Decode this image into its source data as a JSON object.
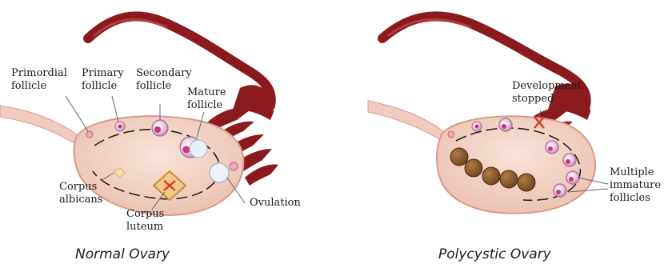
{
  "normal": {
    "caption": "Normal Ovary",
    "labels": {
      "primordial": [
        "Primordial",
        "follicle"
      ],
      "primary": [
        "Primary",
        "follicle"
      ],
      "secondary": [
        "Secondary",
        "follicle"
      ],
      "mature": [
        "Mature",
        "follicle"
      ],
      "ovulation": [
        "Ovulation"
      ],
      "albicans": [
        "Corpus",
        "albicans"
      ],
      "luteum": [
        "Corpus",
        "luteum"
      ]
    }
  },
  "polycystic": {
    "caption": "Polycystic Ovary",
    "labels": {
      "stopped": [
        "Development",
        "stopped"
      ],
      "multiple": [
        "Multiple",
        "immature",
        "follicles"
      ]
    }
  },
  "colors": {
    "tube": "#8b1a1f",
    "ovary_fill": "#f3d2c4",
    "ovary_edge": "#d89a8e",
    "follicle": "#e6a9d6",
    "cyst": "#8a5a2b",
    "mark": "#d63a2a"
  }
}
